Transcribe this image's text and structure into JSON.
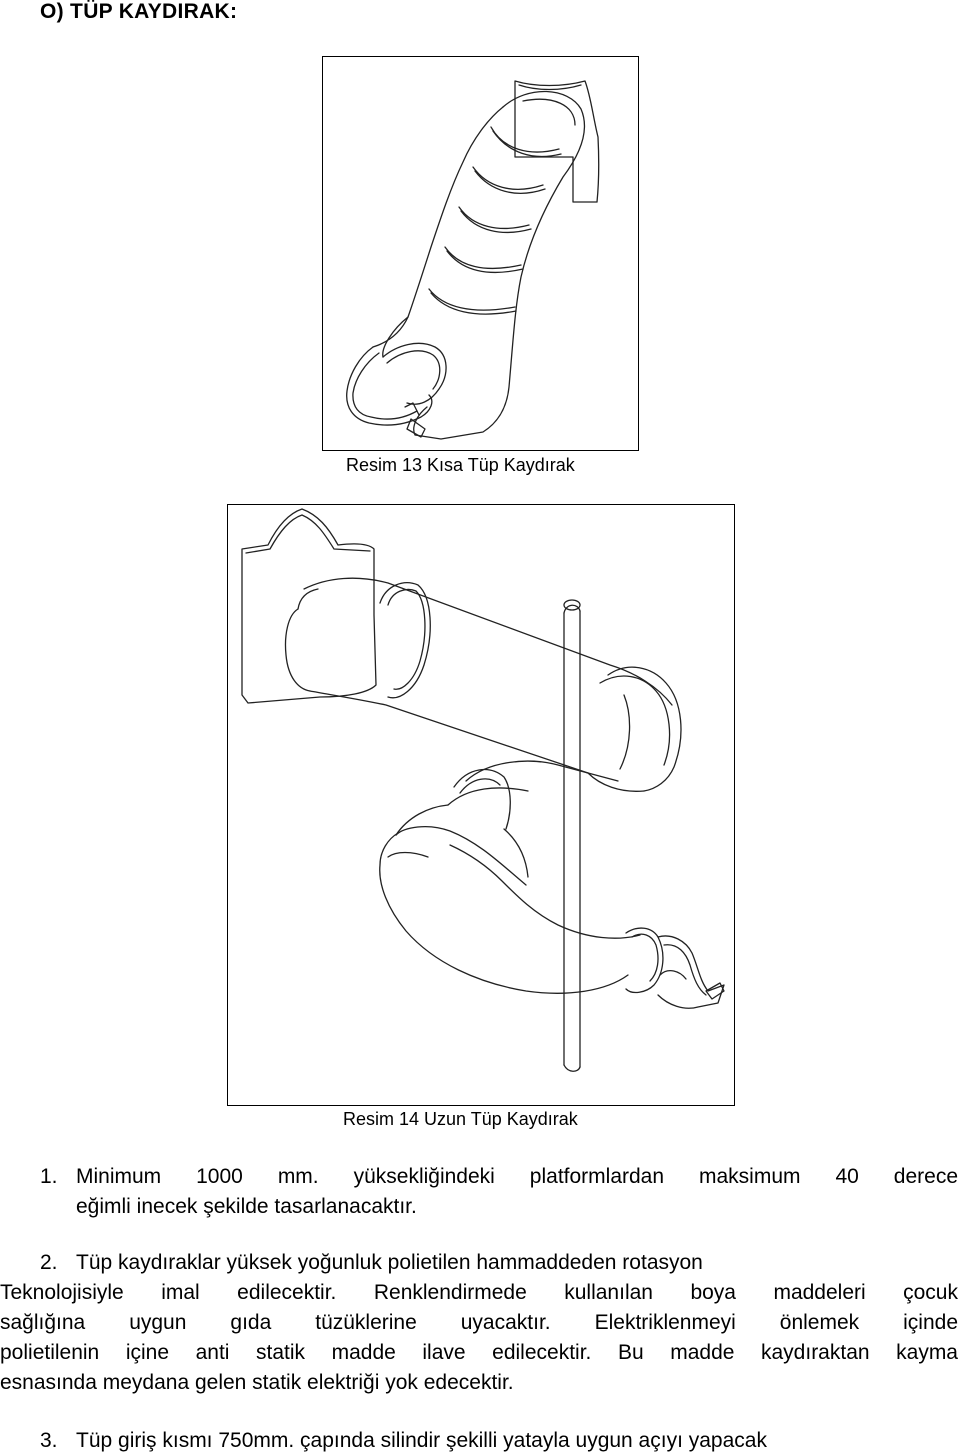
{
  "heading": "O) TÜP KAYDIRAK:",
  "figures": [
    {
      "caption": "Resim 13 Kısa Tüp Kaydırak"
    },
    {
      "caption": "Resim 14 Uzun Tüp Kaydırak"
    }
  ],
  "items": [
    {
      "number": "1.",
      "lines": [
        "Minimum 1000 mm. yüksekliğindeki platformlardan maksimum 40 derece",
        "eğimli inecek şekilde tasarlanacaktır."
      ]
    },
    {
      "number": "2.",
      "lines": [
        "Tüp kaydıraklar yüksek yoğunluk polietilen hammaddeden rotasyon",
        "Teknolojisiyle imal edilecektir. Renklendirmede kullanılan boya maddeleri çocuk",
        "sağlığına uygun gıda tüzüklerine uyacaktır. Elektriklenmeyi önlemek içinde",
        "polietilenin içine anti statik madde ilave edilecektir. Bu madde kaydıraktan kayma",
        "esnasında meydana gelen statik elektriği yok edecektir."
      ]
    },
    {
      "number": "3.",
      "lines": [
        "Tüp giriş kısmı 750mm. çapında silindir şekilli yatayla uygun açıyı yapacak"
      ]
    }
  ]
}
